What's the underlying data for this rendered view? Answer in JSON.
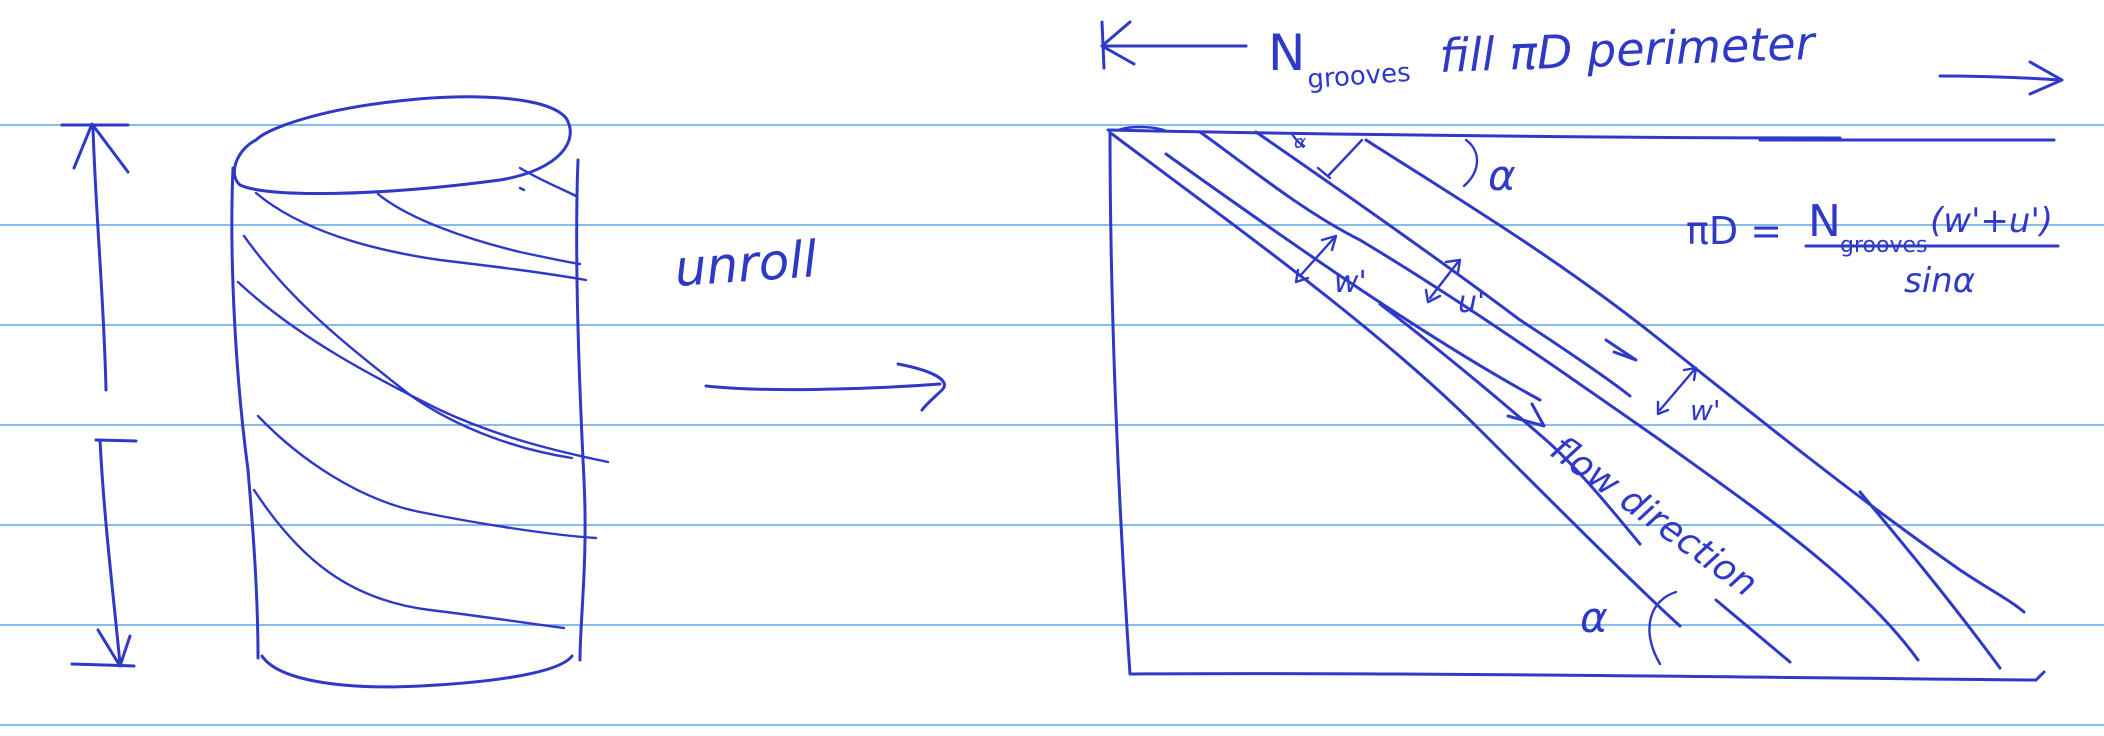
{
  "diagram": {
    "left_label": "unroll",
    "top_label": {
      "symbol": "N",
      "subscript": "grooves",
      "rest": "fill  πD perimeter"
    },
    "equation": {
      "lhs": "πD =",
      "n_symbol": "N",
      "n_subscript": "grooves",
      "numerator_rest": "(w'+u')",
      "denominator": "sinα"
    },
    "groove_width_label": "w'",
    "groove_width_label_2": "w'",
    "land_width_label": "u'",
    "flow_label": "flow direction",
    "angle_label_top": "α",
    "angle_label_small": "α",
    "angle_label_bottom": "α"
  },
  "colors": {
    "ink": "#2f39c8",
    "rule_lines": "#5ba7e8",
    "paper": "#ffffff"
  }
}
